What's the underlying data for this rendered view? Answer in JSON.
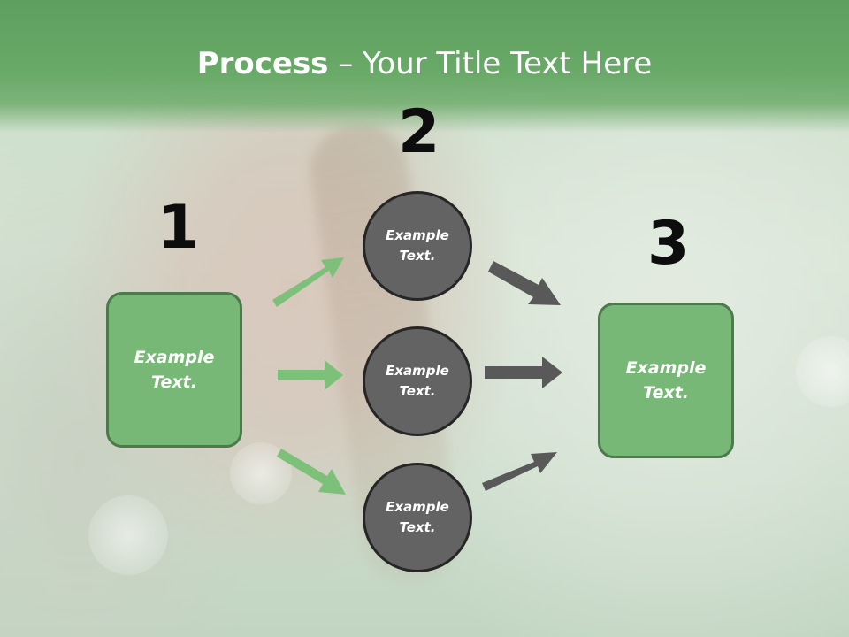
{
  "title": {
    "bold": "Process",
    "rest": " – Your Title Text Here"
  },
  "steps": {
    "one": {
      "number": "1",
      "text": "Example Text."
    },
    "two": {
      "number": "2"
    },
    "three": {
      "number": "3",
      "text": "Example Text."
    }
  },
  "circles": [
    {
      "text": "Example Text."
    },
    {
      "text": "Example Text."
    },
    {
      "text": "Example Text."
    }
  ],
  "colors": {
    "header_green": "#65a665",
    "box_fill": "#78b877",
    "box_border": "#4c7a4c",
    "circle_fill": "#636363",
    "circle_border": "#262626",
    "arrow_green": "#7cc07a",
    "arrow_gray": "#595959"
  }
}
